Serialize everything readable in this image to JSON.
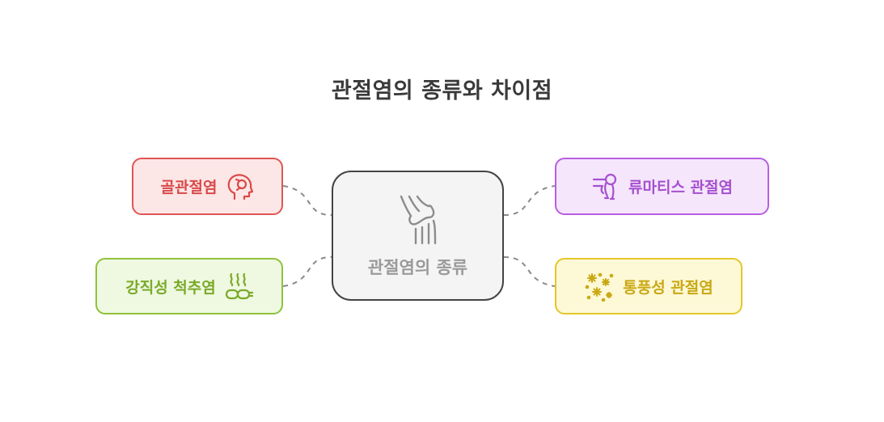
{
  "title": "관절염의 종류와 차이점",
  "center": {
    "label": "관절염의 종류",
    "icon": "knee-joint-icon"
  },
  "nodes": [
    {
      "label": "골관절염",
      "icon": "head-profile-icon",
      "border": "#e05555",
      "fill": "#fde6e6",
      "text": "#d94a4a"
    },
    {
      "label": "강직성 척추염",
      "icon": "heat-waves-spine-icon",
      "border": "#8fc23c",
      "fill": "#eff8e0",
      "text": "#7aaa2a"
    },
    {
      "label": "류마티스 관절염",
      "icon": "hand-joint-icon",
      "border": "#b85ee0",
      "fill": "#f5e6fc",
      "text": "#a650cf"
    },
    {
      "label": "통풍성 관절염",
      "icon": "crystals-icon",
      "border": "#e4c62a",
      "fill": "#fdf8d6",
      "text": "#c9a813"
    }
  ]
}
